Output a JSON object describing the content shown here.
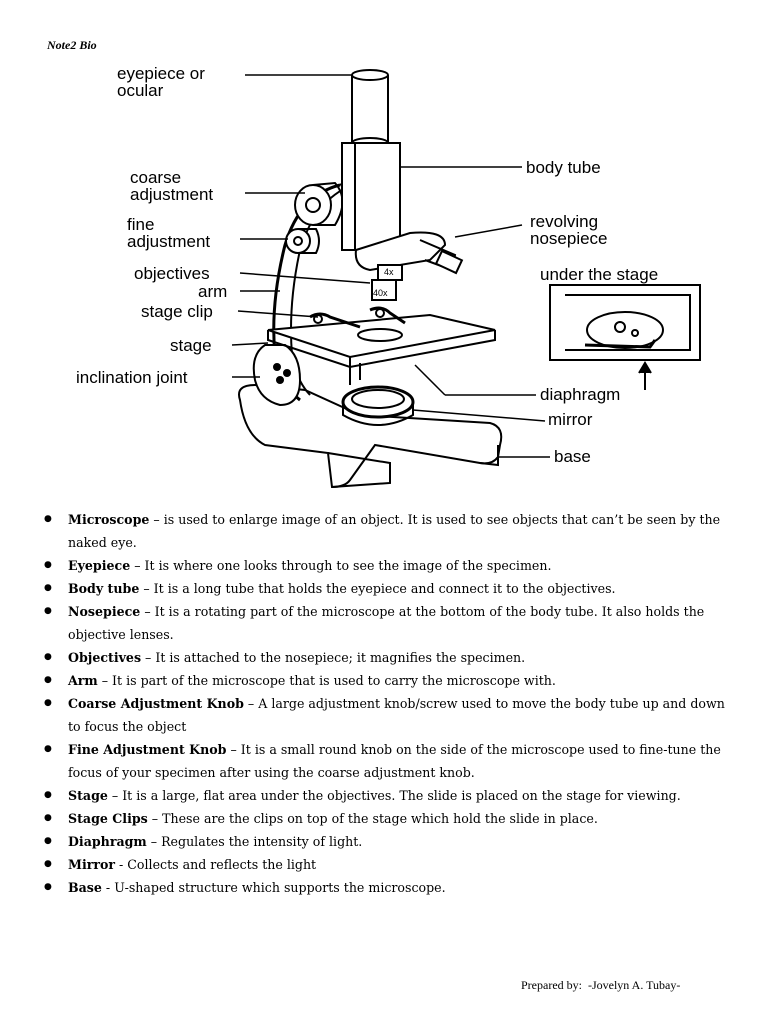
{
  "header": {
    "title": "Note2 Bio"
  },
  "diagram": {
    "labels": {
      "eyepiece_l1": "eyepiece or",
      "eyepiece_l2": "ocular",
      "coarse_l1": "coarse",
      "coarse_l2": "adjustment",
      "fine_l1": "fine",
      "fine_l2": "adjustment",
      "objectives": "objectives",
      "arm": "arm",
      "stage_clip": "stage clip",
      "stage": "stage",
      "inclination": "inclination joint",
      "body_tube": "body tube",
      "nose_l1": "revolving",
      "nose_l2": "nosepiece",
      "under_stage": "under the stage",
      "diaphragm": "diaphragm",
      "mirror": "mirror",
      "base": "base",
      "obj_4x": "4x",
      "obj_40x": "40x"
    }
  },
  "definitions": [
    {
      "term": "Microscope",
      "sep": " – ",
      "text": "is used to enlarge image of an object. It is used to see objects that can’t be seen by the naked eye."
    },
    {
      "term": "Eyepiece",
      "sep": " – ",
      "text": "It is where one looks through to see the image of the specimen."
    },
    {
      "term": "Body tube",
      "sep": " – ",
      "text": "It is a long tube that holds the eyepiece and connect it to the objectives."
    },
    {
      "term": "Nosepiece",
      "sep": " – ",
      "text": "It is a rotating part of the microscope at the bottom of the body tube. It also holds the objective lenses."
    },
    {
      "term": "Objectives",
      "sep": " – ",
      "text": "It is attached to the nosepiece; it magnifies the specimen."
    },
    {
      "term": "Arm",
      "sep": " – ",
      "text": "It is part of the microscope that is used to carry the microscope with."
    },
    {
      "term": "Coarse Adjustment Knob",
      "sep": " – ",
      "text": "A large adjustment knob/screw used to move the body tube up and down to focus the object"
    },
    {
      "term": "Fine Adjustment Knob",
      "sep": " – ",
      "text": "It is a small round knob on the side of the microscope used to fine-tune the focus of your specimen after using the coarse adjustment knob."
    },
    {
      "term": "Stage",
      "sep": " – ",
      "text": "It is a large, flat area under the objectives. The slide is placed on the stage for viewing."
    },
    {
      "term": "Stage Clips",
      "sep": " – ",
      "text": "These are the clips on top of the stage which hold the slide in place."
    },
    {
      "term": "Diaphragm",
      "sep": " – ",
      "text": "Regulates the intensity of light."
    },
    {
      "term": "Mirror",
      "sep": " - ",
      "text": "Collects and reflects the light"
    },
    {
      "term": "Base",
      "sep": " - ",
      "text": "U-shaped structure which supports the microscope."
    }
  ],
  "footer": {
    "prepared_label": "Prepared by:",
    "author": "-Jovelyn A. Tubay-"
  }
}
